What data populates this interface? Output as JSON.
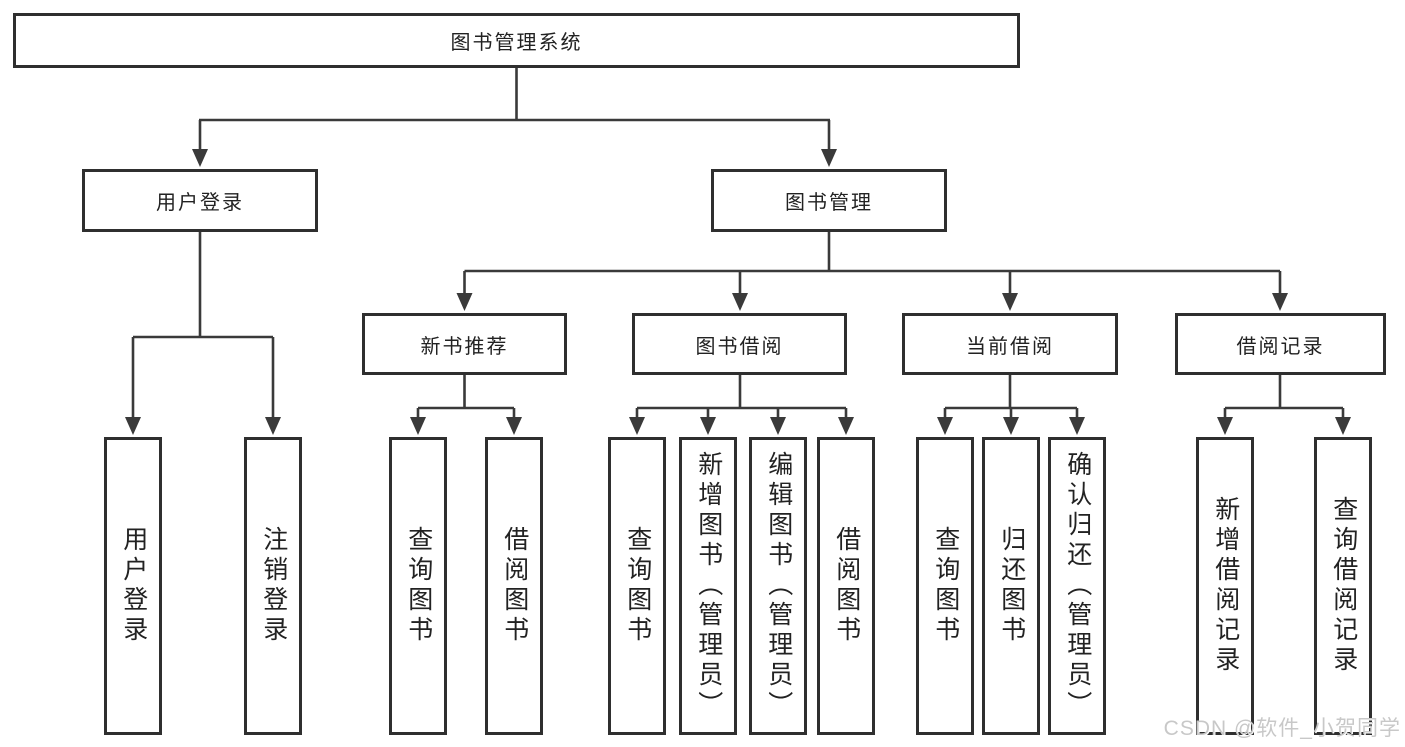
{
  "tree": {
    "root": "图书管理系统",
    "login": {
      "label": "用户登录",
      "leaves": [
        "用户登录",
        "注销登录"
      ]
    },
    "manage": {
      "label": "图书管理"
    },
    "sections": [
      {
        "label": "新书推荐",
        "leaves": [
          "查询图书",
          "借阅图书"
        ]
      },
      {
        "label": "图书借阅",
        "leaves": [
          "查询图书",
          "新增图书（管理员）",
          "编辑图书（管理员）",
          "借阅图书"
        ]
      },
      {
        "label": "当前借阅",
        "leaves": [
          "查询图书",
          "归还图书",
          "确认归还（管理员）"
        ]
      },
      {
        "label": "借阅记录",
        "leaves": [
          "新增借阅记录",
          "查询借阅记录"
        ]
      }
    ]
  },
  "watermark": {
    "text": "CSDN @软件_小贺同学",
    "color": "#c8c8c8"
  },
  "colors": {
    "line": "#3a3a3a",
    "box_border": "#2f2f2f",
    "text": "#222222",
    "background": "#ffffff"
  }
}
